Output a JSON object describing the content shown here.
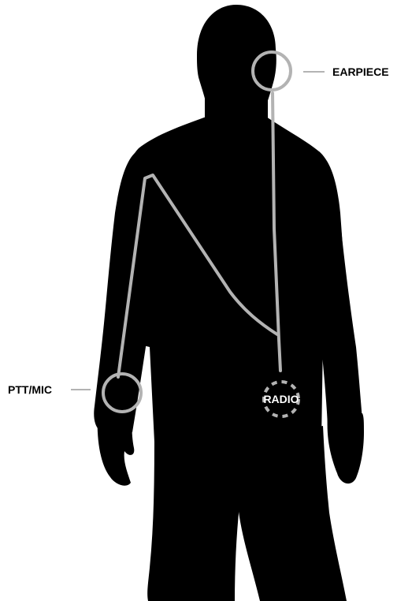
{
  "labels": {
    "earpiece": "EARPIECE",
    "ptt_mic": "PTT/MIC",
    "radio": "RADIO"
  },
  "colors": {
    "silhouette": "#000000",
    "wire": "#b3b3b3",
    "label_text": "#000000",
    "radio_text": "#ffffff"
  }
}
